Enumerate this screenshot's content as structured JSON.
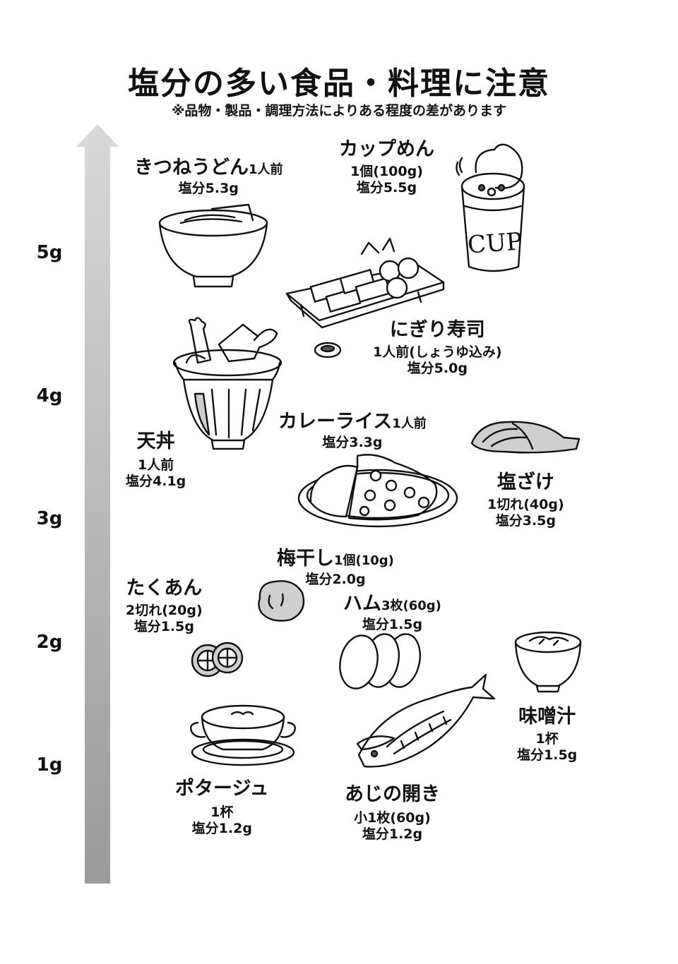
{
  "title": "塩分の多い食品・料理に注意",
  "subtitle": "※品物・製品・調理方法によりある程度の差があります",
  "axis": {
    "ticks": [
      "5g",
      "4g",
      "3g",
      "2g",
      "1g"
    ]
  },
  "foods": {
    "kitsune_udon": {
      "name": "きつねうどん",
      "portion": "1人前",
      "salt": "塩分5.3g"
    },
    "cup_noodle": {
      "name": "カップめん",
      "portion": "1個(100g)",
      "salt": "塩分5.5g",
      "cup_text": "CUP"
    },
    "nigiri_sushi": {
      "name": "にぎり寿司",
      "portion": "1人前(しょうゆ込み)",
      "salt": "塩分5.0g"
    },
    "tendon": {
      "name": "天丼",
      "portion": "1人前",
      "salt": "塩分4.1g"
    },
    "curry_rice": {
      "name": "カレーライス",
      "portion": "1人前",
      "salt": "塩分3.3g"
    },
    "salted_salmon": {
      "name": "塩ざけ",
      "portion": "1切れ(40g)",
      "salt": "塩分3.5g"
    },
    "umeboshi": {
      "name": "梅干し",
      "portion": "1個(10g)",
      "salt": "塩分2.0g"
    },
    "takuan": {
      "name": "たくあん",
      "portion": "2切れ(20g)",
      "salt": "塩分1.5g"
    },
    "ham": {
      "name": "ハム",
      "portion": "3枚(60g)",
      "salt": "塩分1.5g"
    },
    "miso_soup": {
      "name": "味噌汁",
      "portion": "1杯",
      "salt": "塩分1.5g"
    },
    "potage": {
      "name": "ポタージュ",
      "portion": "1杯",
      "salt": "塩分1.2g"
    },
    "aji_hiraki": {
      "name": "あじの開き",
      "portion": "小1枚(60g)",
      "salt": "塩分1.2g"
    }
  },
  "colors": {
    "axis_top": "#d9d9d9",
    "axis_bottom": "#9a9a9a"
  }
}
